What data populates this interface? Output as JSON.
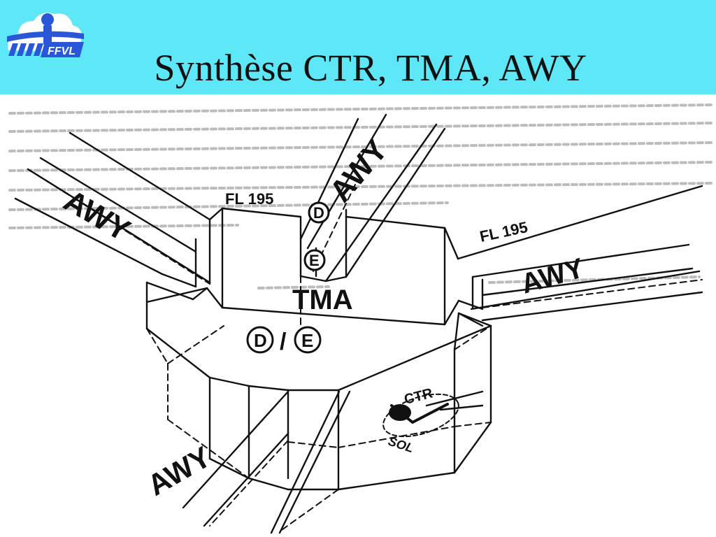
{
  "slide": {
    "title": "Synthèse CTR, TMA, AWY",
    "logo_text": "FFVL",
    "colors": {
      "header": "#5ee8f7",
      "logo_blue": "#2a56d8",
      "ink": "#111111"
    }
  },
  "diagram": {
    "labels": {
      "awy_left": "AWY",
      "awy_top": "AWY",
      "awy_right": "AWY",
      "awy_bottom": "AWY",
      "fl_left": "FL 195",
      "fl_right": "FL 195",
      "tma": "TMA",
      "class_d": "D",
      "class_e": "E",
      "class_de_separator": "/",
      "ctr": "CTR",
      "sol": "SOL"
    }
  }
}
